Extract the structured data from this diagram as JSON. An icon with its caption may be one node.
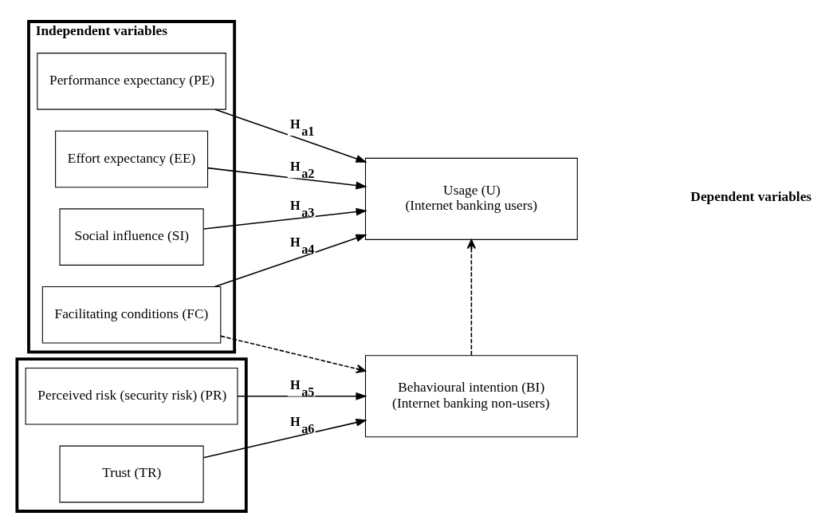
{
  "diagram": {
    "nodes": [
      {
        "text": [
          "Independent variables"
        ]
      },
      {
        "text": [
          "Performance expectancy (PE)"
        ],
        "in": 0
      },
      {
        "text": [
          "Effort expectancy (EE)"
        ],
        "in": 0
      },
      {
        "text": [
          "Social influence (SI)"
        ],
        "in": 0
      },
      {
        "text": [
          "Facilitating conditions (FC)"
        ],
        "in": 0
      },
      {
        "text": [],
        "shape": "box"
      },
      {
        "text": [
          "Perceived risk (security risk) (PR)"
        ],
        "in": 5
      },
      {
        "text": [
          "Trust (TR)"
        ],
        "in": 5
      },
      {
        "text": [
          "Usage (U)",
          "(Internet banking users)"
        ]
      },
      {
        "text": [
          "Behavioural intention (BI)",
          "(Internet banking non-users)"
        ]
      }
    ],
    "edges": [
      {
        "from": 1,
        "to": 8,
        "arrow": "to",
        "label": "H$_{a1}$"
      },
      {
        "from": 2,
        "to": 8,
        "arrow": "to",
        "label": "H$_{a2}$"
      },
      {
        "from": 3,
        "to": 8,
        "arrow": "to",
        "label": "H$_{a3}$"
      },
      {
        "from": 4,
        "to": 8,
        "arrow": "to",
        "label": "H$_{a4}$"
      },
      {
        "from": 4,
        "to": 9,
        "arrow": "to",
        "style": "dashed"
      },
      {
        "from": 6,
        "to": 9,
        "arrow": "to",
        "label": "H$_{a5}$"
      },
      {
        "from": 7,
        "to": 9,
        "arrow": "to",
        "label": "H$_{a6}$"
      },
      {
        "from": 9,
        "to": 8,
        "arrow": "to",
        "style": "dashed"
      }
    ],
    "labels": [
      "Dependent variables"
    ]
  }
}
